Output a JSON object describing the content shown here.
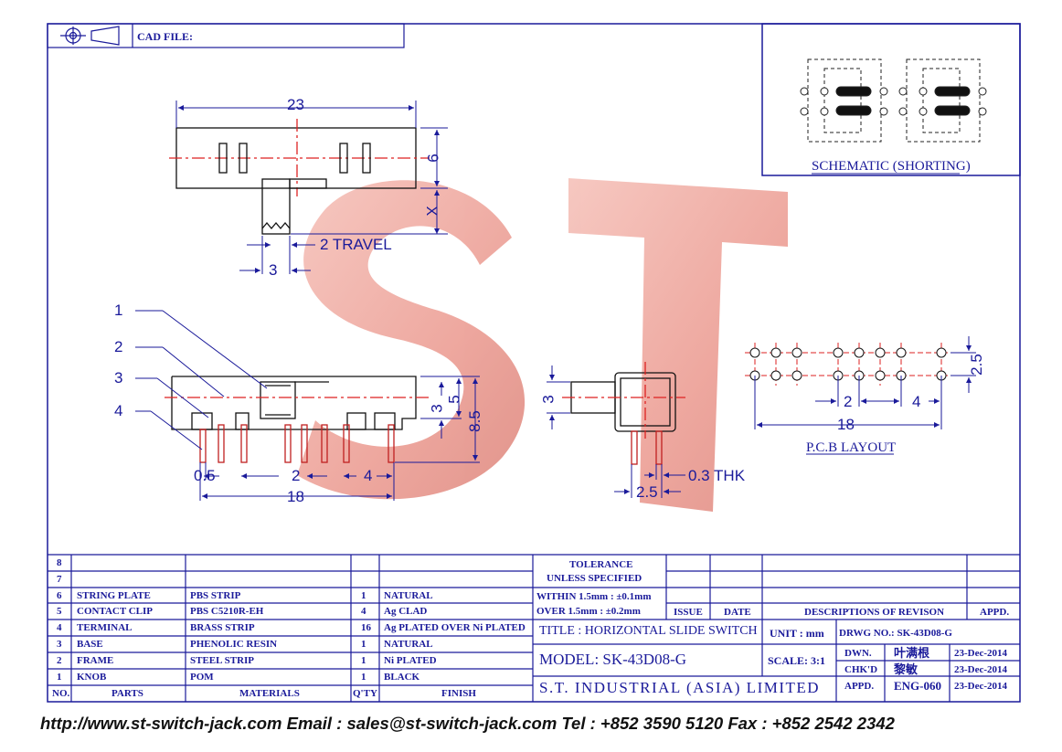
{
  "header": {
    "cad_file_label": "CAD FILE:"
  },
  "watermark": {
    "text": "ST"
  },
  "top_view": {
    "width_dim": "23",
    "height_dim": "6",
    "x_dim": "X",
    "travel_label": "2 TRAVEL",
    "knob_dim": "3"
  },
  "front_view": {
    "callouts": [
      "1",
      "2",
      "3",
      "4"
    ],
    "dims": {
      "pin_width": "0.5",
      "pitch": "2",
      "pitch4": "4",
      "overall": "18",
      "h3": "3",
      "h5": "5",
      "h85": "8.5"
    }
  },
  "side_view": {
    "dims": {
      "knob": "3",
      "pin_pitch": "2.5",
      "thickness": "0.3 THK"
    }
  },
  "pcb_layout": {
    "title": "P.C.B LAYOUT",
    "dims": {
      "row": "2.5",
      "pitch2": "2",
      "pitch4": "4",
      "overall": "18"
    }
  },
  "schematic": {
    "title": "SCHEMATIC (SHORTING)"
  },
  "parts_table": {
    "headers": {
      "no": "NO.",
      "parts": "PARTS",
      "materials": "MATERIALS",
      "qty": "Q'TY",
      "finish": "FINISH"
    },
    "rows": [
      {
        "no": "8",
        "part": "",
        "material": "",
        "qty": "",
        "finish": ""
      },
      {
        "no": "7",
        "part": "",
        "material": "",
        "qty": "",
        "finish": ""
      },
      {
        "no": "6",
        "part": "STRING PLATE",
        "material": "PBS STRIP",
        "qty": "1",
        "finish": "NATURAL"
      },
      {
        "no": "5",
        "part": "CONTACT CLIP",
        "material": "PBS C5210R-EH",
        "qty": "4",
        "finish": "Ag CLAD"
      },
      {
        "no": "4",
        "part": "TERMINAL",
        "material": "BRASS STRIP",
        "qty": "16",
        "finish": "Ag PLATED OVER Ni PLATED"
      },
      {
        "no": "3",
        "part": "BASE",
        "material": "PHENOLIC RESIN",
        "qty": "1",
        "finish": "NATURAL"
      },
      {
        "no": "2",
        "part": "FRAME",
        "material": "STEEL STRIP",
        "qty": "1",
        "finish": "Ni PLATED"
      },
      {
        "no": "1",
        "part": "KNOB",
        "material": "POM",
        "qty": "1",
        "finish": "BLACK"
      }
    ]
  },
  "tolerance": {
    "line1": "TOLERANCE",
    "line2": "UNLESS SPECIFIED",
    "line3": "WITHIN 1.5mm : ±0.1mm",
    "line4": "OVER 1.5mm : ±0.2mm"
  },
  "revision": {
    "issue": "ISSUE",
    "date": "DATE",
    "desc": "DESCRIPTIONS OF REVISON",
    "appd": "APPD."
  },
  "title_block": {
    "title": "TITLE : HORIZONTAL SLIDE SWITCH",
    "unit": "UNIT : mm",
    "drwg_no": "DRWG NO.: SK-43D08-G",
    "model": "MODEL: SK-43D08-G",
    "scale": "SCALE: 3:1",
    "company": "S.T. INDUSTRIAL (ASIA) LIMITED",
    "signoff": [
      {
        "role": "DWN.",
        "name": "叶满根",
        "date": "23-Dec-2014"
      },
      {
        "role": "CHK'D",
        "name": "黎敏",
        "date": "23-Dec-2014"
      },
      {
        "role": "APPD.",
        "name": "ENG-060",
        "date": "23-Dec-2014"
      }
    ]
  },
  "footer": {
    "text": "http://www.st-switch-jack.com  Email : sales@st-switch-jack.com  Tel : +852 3590 5120  Fax : +852 2542 2342"
  }
}
